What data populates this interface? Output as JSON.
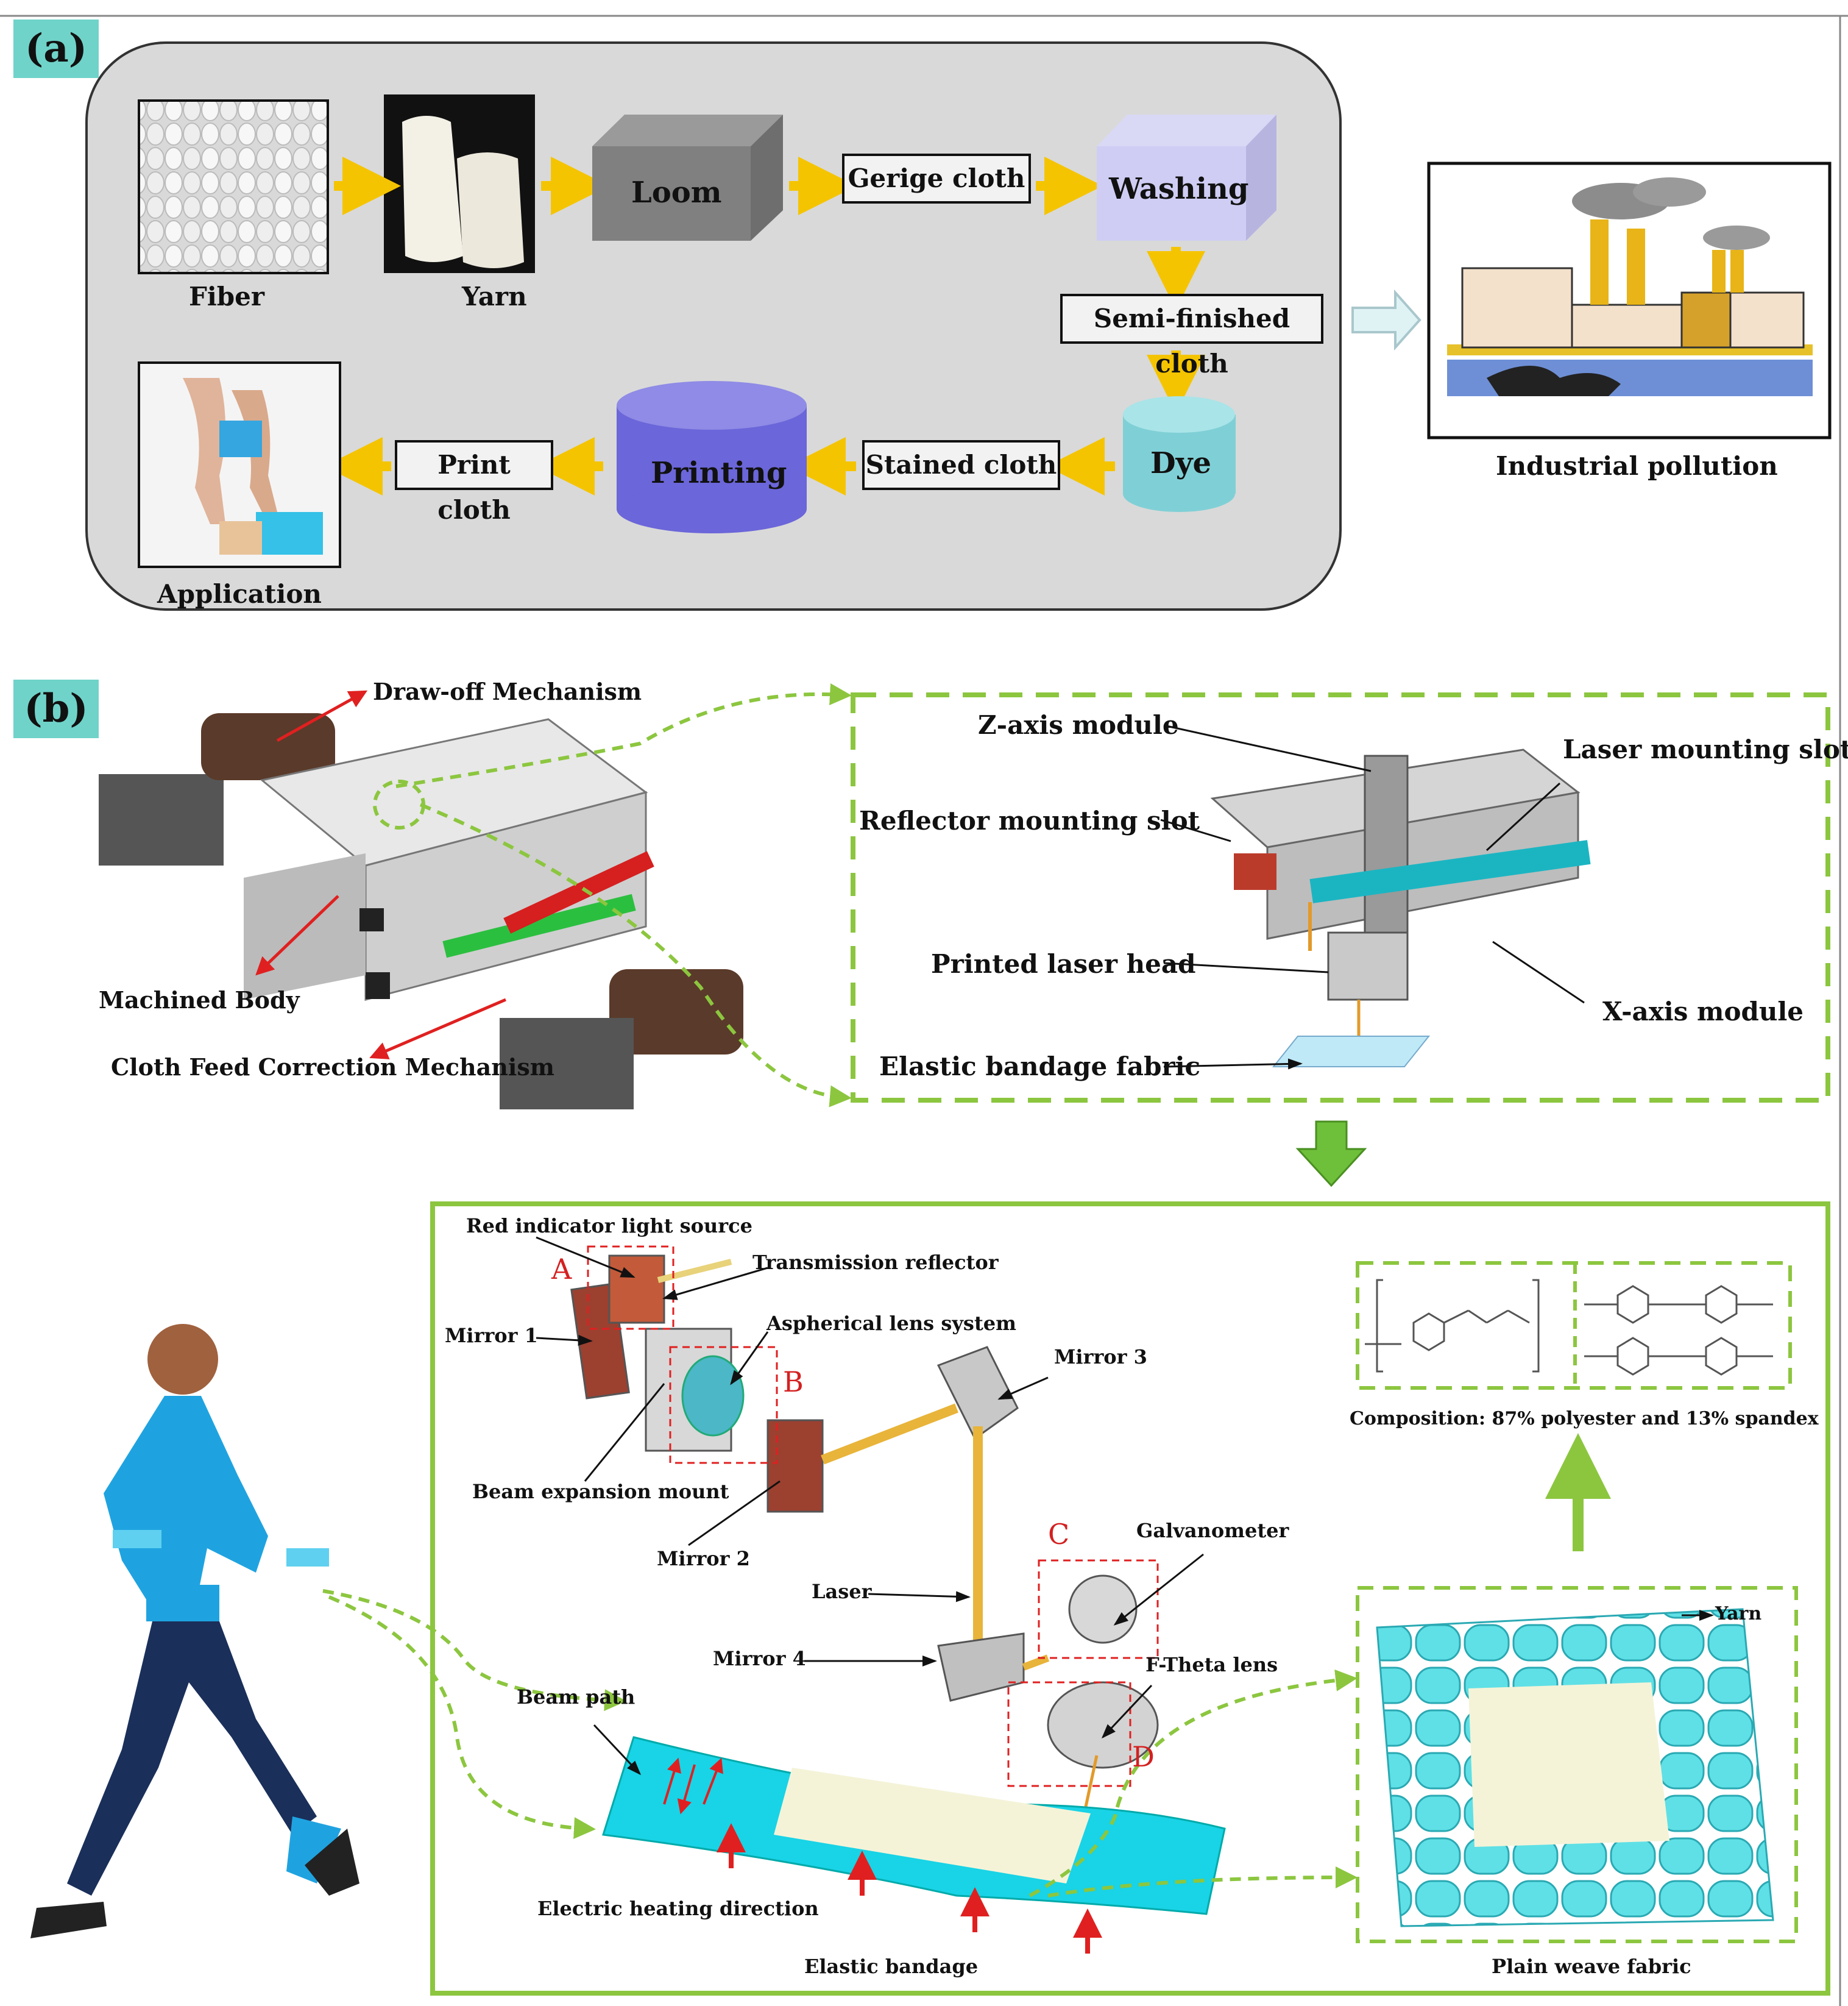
{
  "panel_a": {
    "tag": "(a)",
    "fiber": "Fiber",
    "yarn": "Yarn",
    "loom": "Loom",
    "gerige": "Gerige cloth",
    "washing": "Washing",
    "semi": "Semi-finished cloth",
    "dye": "Dye",
    "stained": "Stained cloth",
    "printing": "Printing",
    "print_cloth": "Print cloth",
    "application": "Application",
    "pollution": "Industrial  pollution"
  },
  "panel_b": {
    "tag": "(b)",
    "draw_off": "Draw-off Mechanism",
    "machined_body": "Machined Body",
    "cloth_feed": "Cloth Feed Correction Mechanism",
    "z_axis": "Z-axis module",
    "laser_slot": "Laser mounting slot",
    "reflector_slot": "Reflector mounting slot",
    "printed_head": "Printed laser head",
    "x_axis": "X-axis module",
    "elastic_fabric": "Elastic bandage fabric",
    "red_indicator": "Red indicator light source",
    "transmission": "Transmission reflector",
    "mirror1": "Mirror 1",
    "aspherical": "Aspherical lens system",
    "mirror3": "Mirror 3",
    "beam_exp": "Beam expansion mount",
    "mirror2": "Mirror 2",
    "laser": "Laser",
    "galvanometer": "Galvanometer",
    "mirror4": "Mirror 4",
    "ftheta": "F-Theta lens",
    "beam_path": "Beam path",
    "heating": "Electric heating direction",
    "elastic_bandage": "Elastic bandage",
    "composition": "Composition: 87% polyester and 13% spandex",
    "yarn": "Yarn",
    "plain_weave": "Plain weave fabric",
    "marker_a": "A",
    "marker_b": "B",
    "marker_c": "C",
    "marker_d": "D"
  },
  "colors": {
    "arrow_yellow": "#f5c400",
    "panel_gray": "#d9d9d9",
    "dash_green": "#8cc63f",
    "tag_teal": "#6fd3c9",
    "bandage_cyan": "#19d3e6",
    "marker_red": "#d42020"
  }
}
